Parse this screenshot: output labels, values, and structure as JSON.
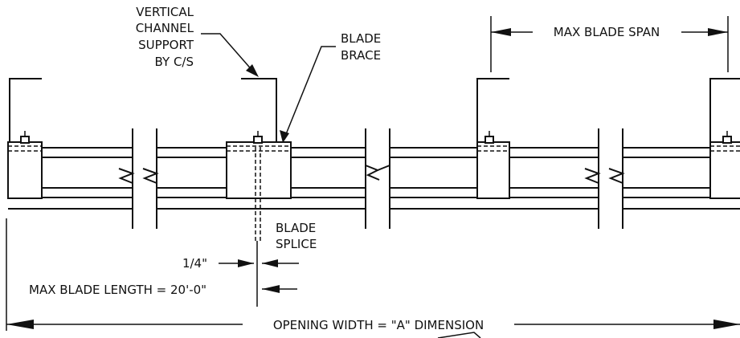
{
  "labels": {
    "vertical_channel_line1": "VERTICAL",
    "vertical_channel_line2": "CHANNEL",
    "vertical_channel_line3": "SUPPORT",
    "vertical_channel_line4": "BY C/S",
    "blade_brace_line1": "BLADE",
    "blade_brace_line2": "BRACE",
    "blade_splice_line1": "BLADE",
    "blade_splice_line2": "SPLICE",
    "max_blade_span": "MAX BLADE SPAN",
    "gap_dimension": "1/4\"",
    "max_blade_length": "MAX BLADE LENGTH = 20'-0\"",
    "opening_width": "OPENING WIDTH = \"A\" DIMENSION"
  }
}
